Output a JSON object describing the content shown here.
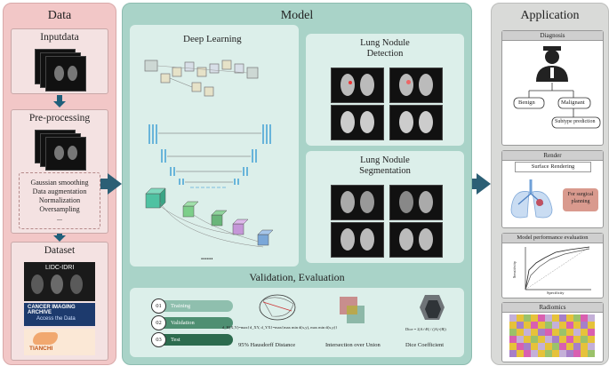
{
  "data_column": {
    "title": "Data",
    "inputdata": {
      "title": "Inputdata"
    },
    "preprocessing": {
      "title": "Pre-processing",
      "steps": [
        "Gaussian smoothing",
        "Data augmentation",
        "Normalization",
        "Oversampling",
        "..."
      ]
    },
    "dataset": {
      "title": "Dataset",
      "logos": [
        "LIDC-IDRI",
        "CANCER IMAGING ARCHIVE",
        "Access the Data",
        "TIANCHI"
      ]
    }
  },
  "model_column": {
    "title": "Model",
    "deep_learning": {
      "title": "Deep Learning",
      "ellipsis": "......"
    },
    "detection": {
      "title_line1": "Lung Nodule",
      "title_line2": "Detection"
    },
    "segmentation": {
      "title_line1": "Lung Nodule",
      "title_line2": "Segmentation"
    },
    "validation": {
      "title": "Validation,  Evaluation",
      "splits": [
        {
          "num": "01",
          "label": "Training",
          "color": "#8fbfae"
        },
        {
          "num": "02",
          "label": "Validation",
          "color": "#4e8f72"
        },
        {
          "num": "03",
          "label": "Test",
          "color": "#2c6b4e"
        }
      ],
      "metrics": [
        {
          "label": "95% Hausdorff Distance",
          "formula": "d_H(X,Y)=max{d_XY, d_YX}=max{max min d(x,y), max min d(x,y)}"
        },
        {
          "label": "Intersection over Union"
        },
        {
          "label": "Dice Coefficient",
          "formula": "Dice = 2|A∩B| / (|A|+|B|)"
        }
      ]
    }
  },
  "app_column": {
    "title": "Application",
    "diagnosis": {
      "title": "Diagnosis",
      "nodes": [
        "Benign",
        "Malignant",
        "Subtype prediction"
      ]
    },
    "render": {
      "title": "Render",
      "subtitle": "Surface Rendering",
      "note": "For surgical planning"
    },
    "performance": {
      "title": "Model performance evaluation",
      "xlabel": "Specificity",
      "ylabel": "Sensitivity"
    },
    "radiomics": {
      "title": "Radiomics"
    }
  }
}
